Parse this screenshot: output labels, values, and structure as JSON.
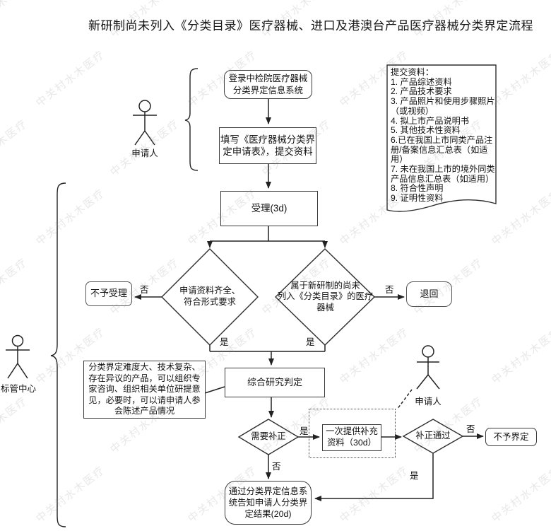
{
  "title": "新研制尚未列入《分类目录》医疗器械、进口及港澳台产品医疗器械分类界定流程",
  "labels": {
    "yes": "是",
    "no": "否"
  },
  "actors": {
    "applicant_top": "申请人",
    "standards_center": "标管中心",
    "applicant_right": "申请人"
  },
  "nodes": {
    "login": "登录中检院医疗器械\n分类界定信息系统",
    "fill_form": "填写《医疗器械分类界\n定申请表》，提交资料",
    "submit_docs": "提交资料：\n1. 产品综述资料\n2. 产品技术要求\n3. 产品照片和使用步骤照片\n（或视频）\n4. 拟上市产品说明书\n5. 其他技术性资料\n6.已在我国上市同类产品注\n册/备案信息汇总表（如适\n用）\n7. 未在我国上市的境外同类\n产品信息汇总表（如适用）\n8. 符合性声明\n9. 证明性资料",
    "accept": "受理(3d)",
    "check_complete": "申请资料齐全、\n符合形式要求",
    "not_accept": "不予受理",
    "check_new": "属于新研制的尚未\n列入《分类目录》的医疗\n器械",
    "return_back": "退回",
    "note": "分类界定难度大、技术复杂、\n存在异议的产品，可以组织专\n家咨询、组织相关单位研提意\n见，必要时，可以请申请人参\n会陈述产品情况",
    "judge": "综合研究判定",
    "need_correction": "需要补正",
    "supplement": "一次提供补充\n资料（30d）",
    "correction_pass": "补正通过",
    "not_classify": "不予界定",
    "final_notify": "通过分类界定信息系\n统告知申请人分类界\n定结果(20d)"
  },
  "watermark": "中关村水木医疗"
}
